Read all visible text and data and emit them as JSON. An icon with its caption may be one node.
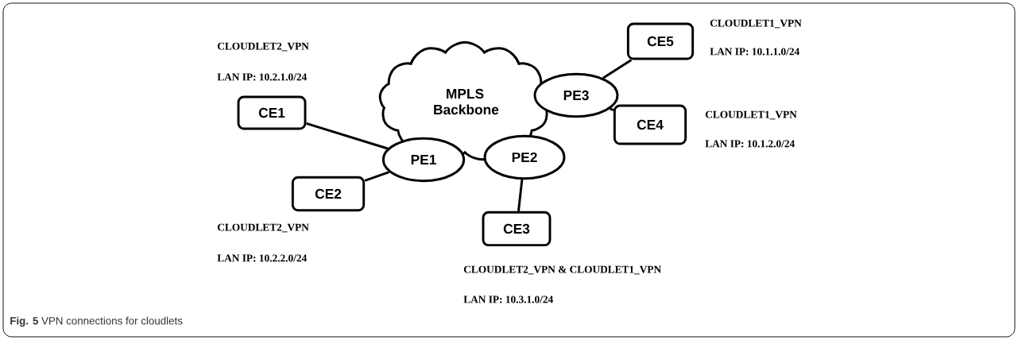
{
  "diagram": {
    "caption": "**Fig. 5** VPN connections for cloudlets",
    "nodes": [
      {
        "text": [
          "MPLS Backbone"
        ]
      },
      {
        "text": [
          "CE1"
        ],
        "beside": [
          "CLOUDLET2_VPN",
          "LAN IP: 10.2.1.0/24"
        ]
      },
      {
        "text": [
          "PE1"
        ]
      },
      {
        "text": [
          "CE2"
        ],
        "beside": [
          "CLOUDLET2_VPN",
          "LAN IP: 10.2.2.0/24"
        ]
      },
      {
        "text": [
          "PE2"
        ]
      },
      {
        "text": [
          "CE3"
        ],
        "beside": [
          "CLOUDLET2_VPN & CLOUDLET1_VPN",
          "LAN IP: 10.3.1.0/24"
        ]
      },
      {
        "text": [
          "PE3"
        ]
      },
      {
        "text": [
          "CE5"
        ],
        "beside": [
          "CLOUDLET1_VPN",
          "LAN IP: 10.1.1.0/24"
        ]
      },
      {
        "text": [
          "CE4"
        ],
        "beside": [
          "CLOUDLET1_VPN",
          "LAN IP: 10.1.2.0/24"
        ]
      }
    ],
    "edges": [
      {
        "from": 1,
        "to": 2,
        "arrow": "none"
      },
      {
        "from": 3,
        "to": 2,
        "arrow": "none"
      },
      {
        "from": 4,
        "to": 5,
        "arrow": "none"
      },
      {
        "from": 6,
        "to": 7,
        "arrow": "none"
      },
      {
        "from": 6,
        "to": 8,
        "arrow": "none"
      }
    ]
  }
}
